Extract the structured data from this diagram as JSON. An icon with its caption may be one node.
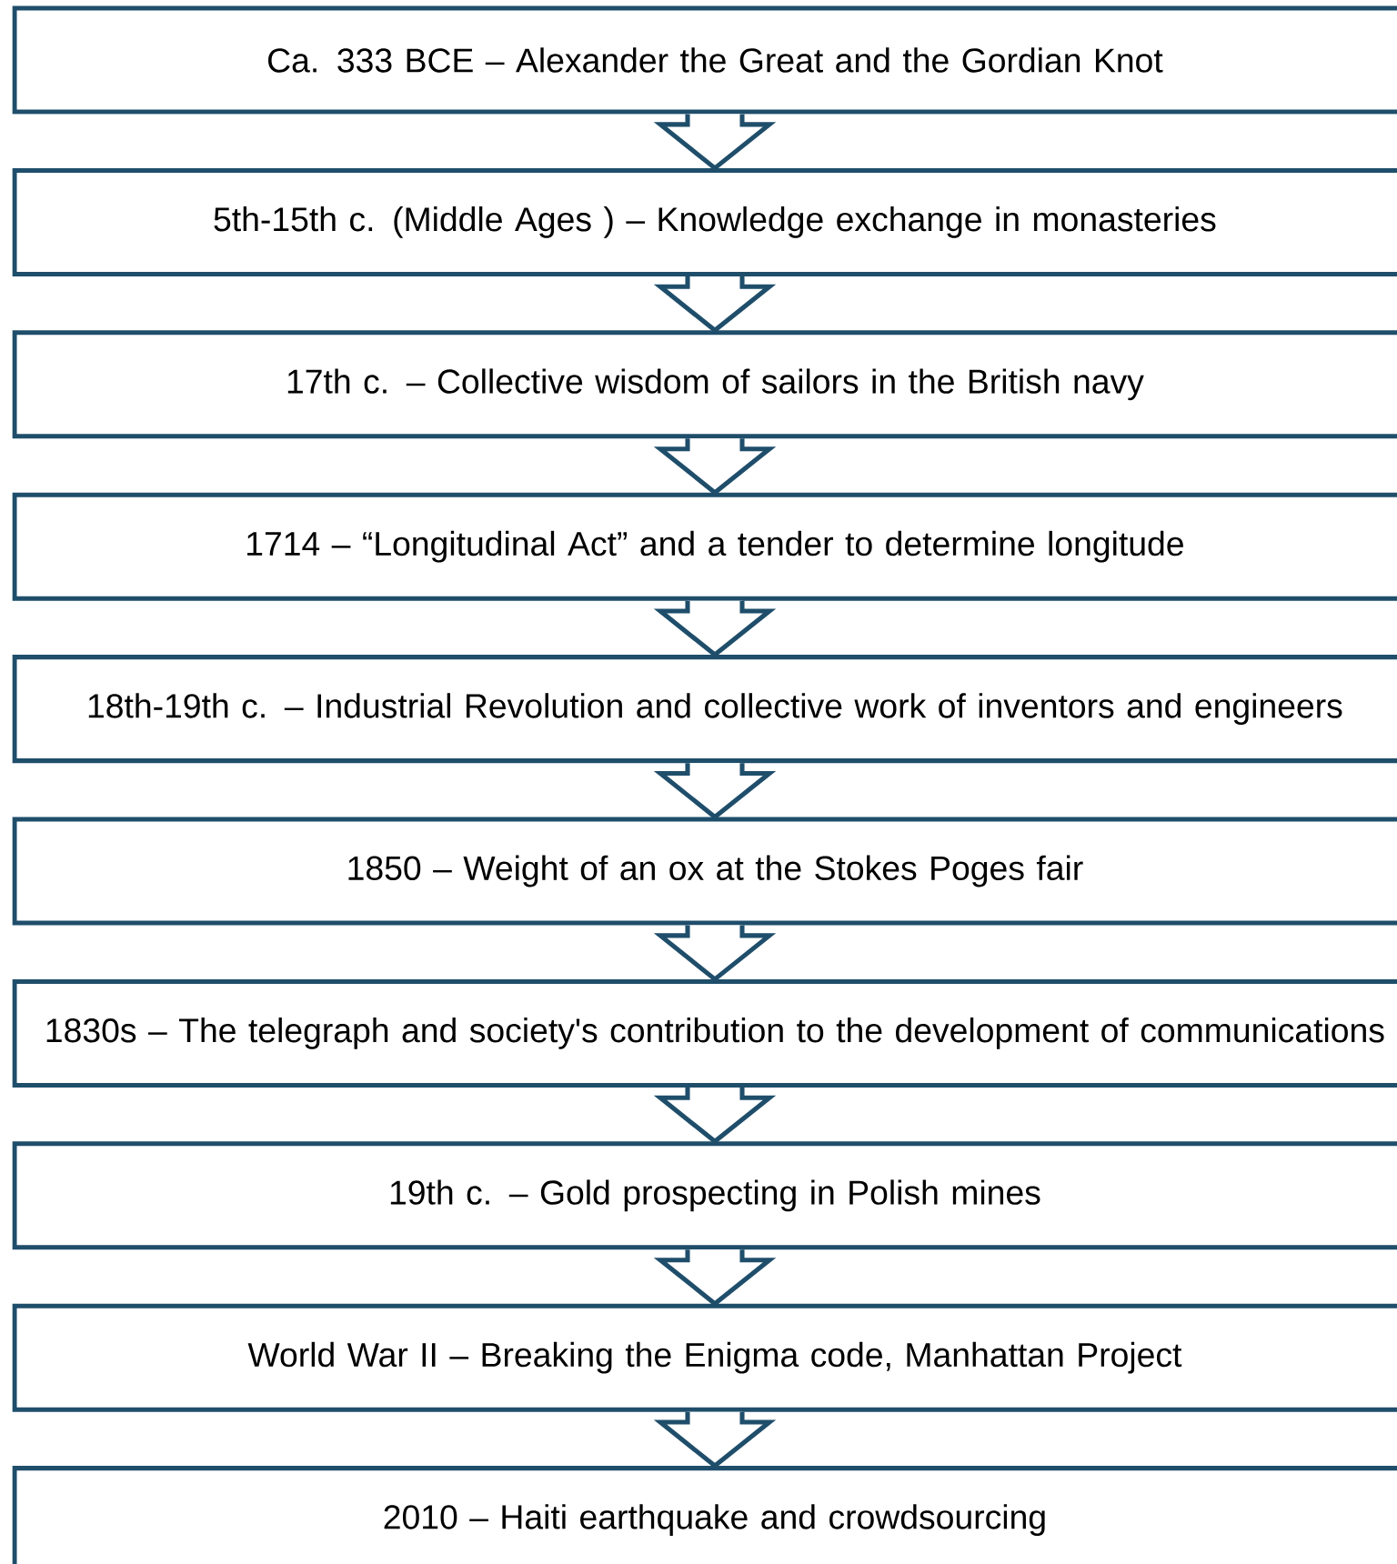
{
  "diagram": {
    "nodes": [
      {
        "text": [
          "Ca. 333 BCE – Alexander the Great and the Gordian Knot"
        ]
      },
      {
        "text": [
          "5th-15th c. (Middle Ages ) – Knowledge exchange in monasteries"
        ]
      },
      {
        "text": [
          "17th c. – Collective wisdom of sailors in the British navy"
        ]
      },
      {
        "text": [
          "1714 – “Longitudinal Act” and a tender to determine longitude"
        ]
      },
      {
        "text": [
          "18th-19th c. – Industrial Revolution and collective work of inventors and engineers"
        ]
      },
      {
        "text": [
          "1850 – Weight of an ox at the Stokes Poges fair"
        ]
      },
      {
        "text": [
          "1830s – The telegraph and society's contribution to the development of communications"
        ]
      },
      {
        "text": [
          "19th c. – Gold prospecting in Polish mines"
        ]
      },
      {
        "text": [
          "World War II – Breaking the Enigma code, Manhattan Project"
        ]
      },
      {
        "text": [
          "2010 – Haiti earthquake and crowdsourcing"
        ]
      }
    ],
    "edges": [
      {
        "from": 0,
        "to": 1,
        "arrow": "to"
      },
      {
        "from": 1,
        "to": 2,
        "arrow": "to"
      },
      {
        "from": 2,
        "to": 3,
        "arrow": "to"
      },
      {
        "from": 3,
        "to": 4,
        "arrow": "to"
      },
      {
        "from": 4,
        "to": 5,
        "arrow": "to"
      },
      {
        "from": 5,
        "to": 6,
        "arrow": "to"
      },
      {
        "from": 6,
        "to": 7,
        "arrow": "to"
      },
      {
        "from": 7,
        "to": 8,
        "arrow": "to"
      },
      {
        "from": 8,
        "to": 9,
        "arrow": "to"
      }
    ]
  }
}
